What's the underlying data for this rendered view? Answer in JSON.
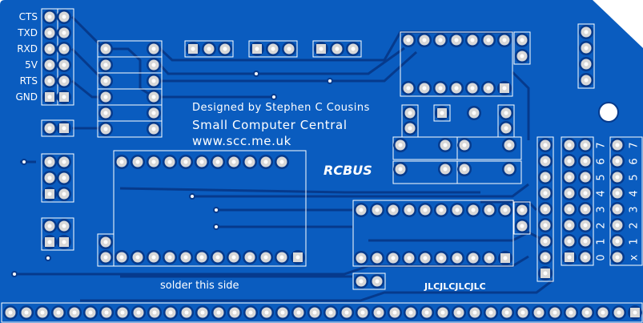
{
  "serial_header": {
    "labels": [
      "CTS",
      "TXD",
      "RXD",
      "5V",
      "RTS",
      "GND"
    ]
  },
  "credits": {
    "designer": "Designed by Stephen C Cousins",
    "company": "Small Computer Central",
    "website": "www.scc.me.uk"
  },
  "logo": "RCBUS",
  "notes": {
    "solder": "solder this side",
    "fab": "JLCJLCJLCJLC"
  },
  "address_labels": {
    "left": [
      "7",
      "6",
      "5",
      "4",
      "3",
      "2",
      "1",
      "0"
    ],
    "right": [
      "7",
      "6",
      "5",
      "4",
      "3",
      "2",
      "1",
      "x"
    ]
  },
  "colors": {
    "board": "#0a5cbf",
    "trace": "#063a8c",
    "silk": "#ffffff",
    "pad": "#d8d8d8"
  }
}
